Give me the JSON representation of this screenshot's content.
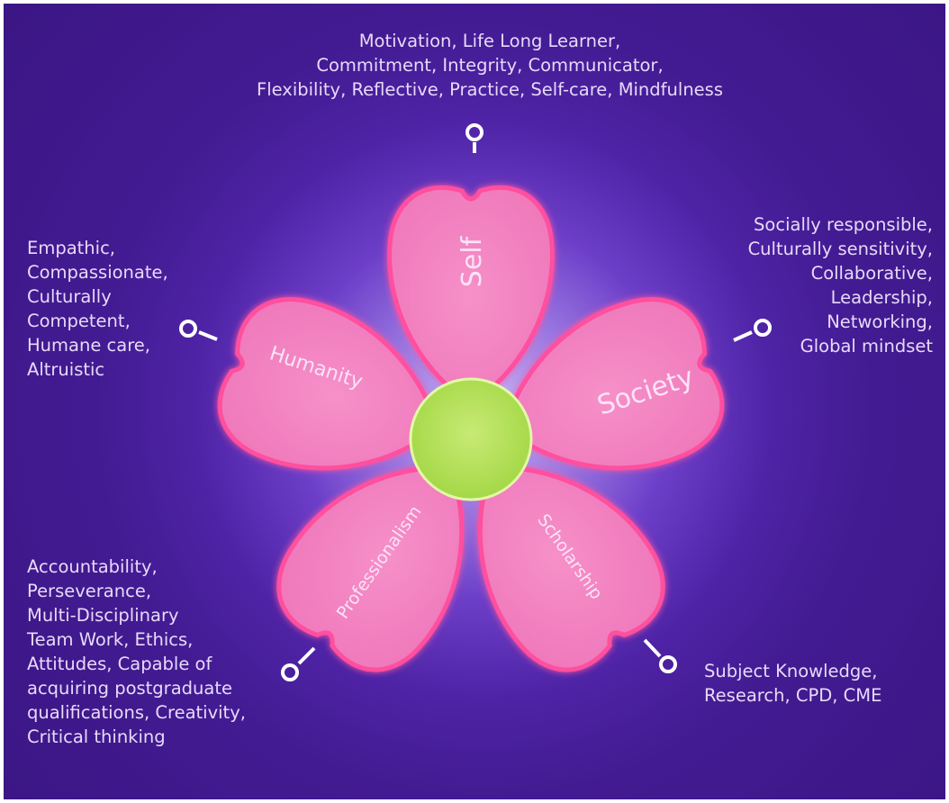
{
  "petals": {
    "self": "Self",
    "society": "Society",
    "humanity": "Humanity",
    "professionalism": "Professionalism",
    "scholarship": "Scholarship"
  },
  "callouts": {
    "self": [
      "Motivation, Life Long Learner,",
      "Commitment, Integrity, Communicator,",
      "Flexibility, Reflective, Practice, Self-care, Mindfulness"
    ],
    "humanity": [
      "Empathic,",
      "Compassionate,",
      "Culturally",
      "Competent,",
      "Humane care,",
      "Altruistic"
    ],
    "society": [
      "Socially responsible,",
      "Culturally sensitivity,",
      "Collaborative,",
      "Leadership,",
      "Networking,",
      "Global mindset"
    ],
    "professionalism": [
      "Accountability,",
      "Perseverance,",
      "Multi-Disciplinary",
      "Team Work, Ethics,",
      "Attitudes, Capable of",
      "acquiring postgraduate",
      "qualifications, Creativity,",
      "Critical thinking"
    ],
    "scholarship": [
      "Subject Knowledge,",
      "Research, CPD, CME"
    ]
  },
  "colors": {
    "background": "#3b1684",
    "petal_fill": "#f27ec0",
    "petal_outline": "#ff4f9e",
    "center_fill": "#b9e45a",
    "text": "#e8d9f9",
    "connector": "#ffffff"
  }
}
